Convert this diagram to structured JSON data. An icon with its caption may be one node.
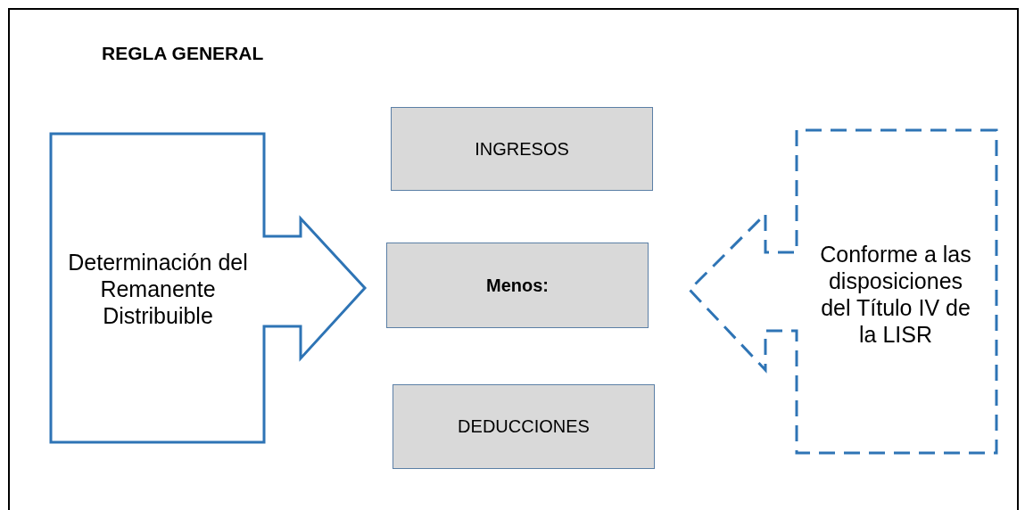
{
  "diagram": {
    "title": "REGLA GENERAL",
    "nodes": [
      {
        "text": [
          "Determinación del Remanente Distribuible"
        ]
      },
      {
        "text": [
          "INGRESOS"
        ]
      },
      {
        "text": [
          "Menos:"
        ]
      },
      {
        "text": [
          "DEDUCCIONES"
        ]
      },
      {
        "text": [
          "Conforme a las disposiciones del Título IV de la LISR"
        ]
      }
    ]
  }
}
